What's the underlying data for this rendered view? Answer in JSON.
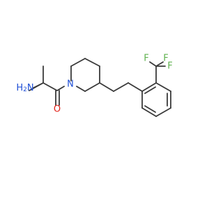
{
  "molecule": {
    "atom_labels": {
      "amine": "H2N",
      "ring_nitrogen": "N",
      "carbonyl_oxygen": "O",
      "fluorine_top_left": "F",
      "fluorine_top_right": "F",
      "fluorine_right": "F"
    },
    "colors": {
      "bond": "#3a3a3a",
      "nitrogen": "#1f4fd6",
      "oxygen": "#e2231a",
      "fluorine": "#5fb24e"
    }
  }
}
